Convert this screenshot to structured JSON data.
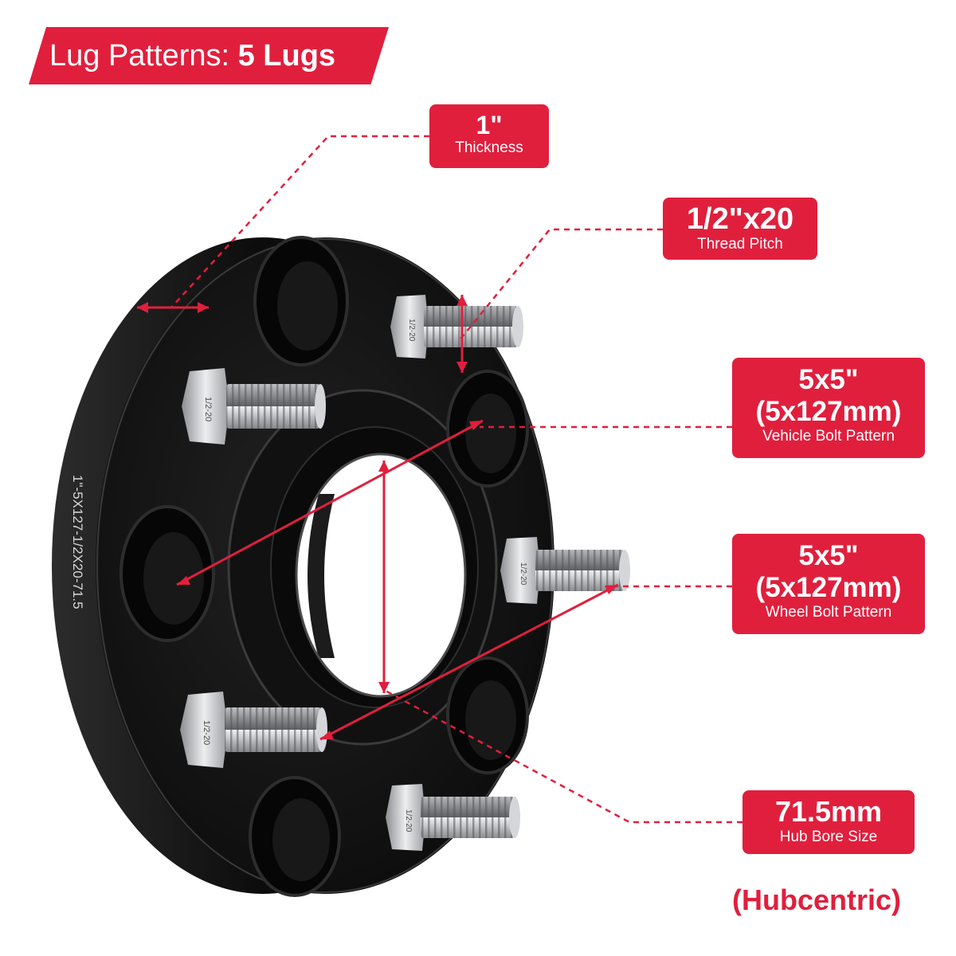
{
  "banner": {
    "prefix": "Lug Patterns: ",
    "value": "5 Lugs"
  },
  "specs": {
    "thickness": {
      "value": "1\"",
      "label": "Thickness"
    },
    "thread": {
      "value": "1/2\"x20",
      "label": "Thread Pitch"
    },
    "vehicle_pattern": {
      "line1": "5x5\"",
      "line2": "(5x127mm)",
      "label": "Vehicle Bolt Pattern"
    },
    "wheel_pattern": {
      "line1": "5x5\"",
      "line2": "(5x127mm)",
      "label": "Wheel Bolt Pattern"
    },
    "hub_bore": {
      "value": "71.5mm",
      "label": "Hub Bore Size"
    }
  },
  "footer_note": "(Hubcentric)",
  "engraving": "1\"-5X127-1/2X20-71.5",
  "stud_marking": "1/2-20",
  "colors": {
    "accent": "#e01f3d",
    "spacer": "#141414",
    "stud": "#c8c9cc",
    "background": "#ffffff"
  }
}
